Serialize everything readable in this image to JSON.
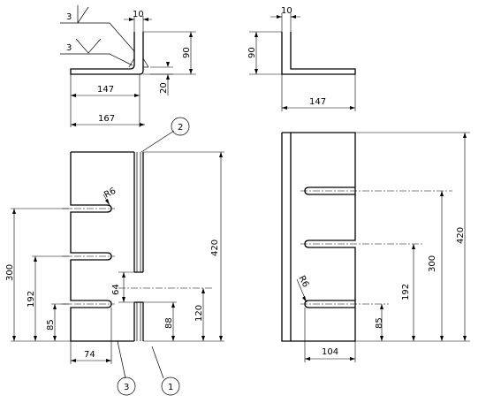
{
  "weld_symbols": [
    {
      "size": "3"
    },
    {
      "size": "3"
    }
  ],
  "balloons": [
    "2",
    "3",
    "1"
  ],
  "front_view": {
    "dims": {
      "thickness": "10",
      "height": "90",
      "gap": "20",
      "leg": "147",
      "overall": "167"
    }
  },
  "side_view": {
    "dims": {
      "thickness": "10",
      "height": "90",
      "leg": "147"
    }
  },
  "bottom_left": {
    "radius": "R6",
    "dims": {
      "d300": "300",
      "d192": "192",
      "d85": "85",
      "d74": "74",
      "d64": "64",
      "d88": "88",
      "d120": "120",
      "d420": "420"
    }
  },
  "bottom_right": {
    "radius": "R6",
    "dims": {
      "d420": "420",
      "d300": "300",
      "d192": "192",
      "d85": "85",
      "d104": "104"
    }
  }
}
